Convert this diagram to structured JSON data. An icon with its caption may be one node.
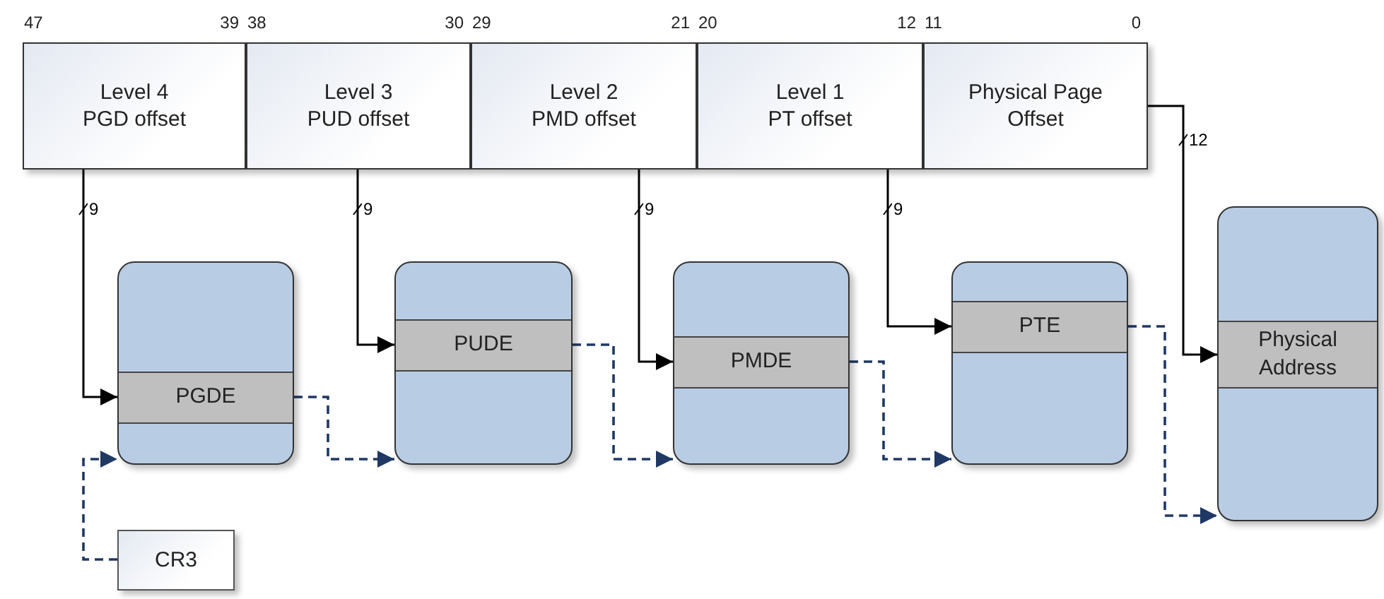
{
  "diagram": {
    "nodes": [
      {
        "text": [
          "Level 4",
          "PGD offset"
        ],
        "beside": [
          "47",
          "39"
        ]
      },
      {
        "text": [
          "Level 3",
          "PUD offset"
        ],
        "beside": [
          "38",
          "30"
        ]
      },
      {
        "text": [
          "Level 2",
          "PMD offset"
        ],
        "beside": [
          "29",
          "21"
        ]
      },
      {
        "text": [
          "Level 1",
          "PT offset"
        ],
        "beside": [
          "20",
          "12"
        ]
      },
      {
        "text": [
          "Physical Page Offset"
        ],
        "beside": [
          "11",
          "0"
        ]
      },
      {
        "text": [],
        "shape": "box"
      },
      {
        "text": [
          "PGDE"
        ],
        "in": 5
      },
      {
        "text": [],
        "shape": "box"
      },
      {
        "text": [
          "PUDE"
        ],
        "in": 7
      },
      {
        "text": [],
        "shape": "box"
      },
      {
        "text": [
          "PMDE"
        ],
        "in": 9
      },
      {
        "text": [],
        "shape": "box"
      },
      {
        "text": [
          "PTE"
        ],
        "in": 11
      },
      {
        "text": [],
        "shape": "box"
      },
      {
        "text": [
          "Physical Address"
        ],
        "in": 13
      },
      {
        "text": [
          "CR3"
        ]
      }
    ],
    "edges": [
      {
        "from": 0,
        "to": 6,
        "arrow": "to",
        "label": "9"
      },
      {
        "from": 1,
        "to": 8,
        "arrow": "to",
        "label": "9"
      },
      {
        "from": 2,
        "to": 10,
        "arrow": "to",
        "label": "9"
      },
      {
        "from": 3,
        "to": 12,
        "arrow": "to",
        "label": "9"
      },
      {
        "from": 4,
        "to": 14,
        "arrow": "to",
        "label": "12"
      },
      {
        "from": 15,
        "to": 5,
        "arrow": "to",
        "style": "dashed",
        "color": "#1f3864"
      },
      {
        "from": 6,
        "to": 7,
        "arrow": "to",
        "style": "dashed",
        "color": "#1f3864"
      },
      {
        "from": 8,
        "to": 9,
        "arrow": "to",
        "style": "dashed",
        "color": "#1f3864"
      },
      {
        "from": 10,
        "to": 11,
        "arrow": "to",
        "style": "dashed",
        "color": "#1f3864"
      },
      {
        "from": 12,
        "to": 13,
        "arrow": "to",
        "style": "dashed",
        "color": "#1f3864"
      }
    ]
  }
}
